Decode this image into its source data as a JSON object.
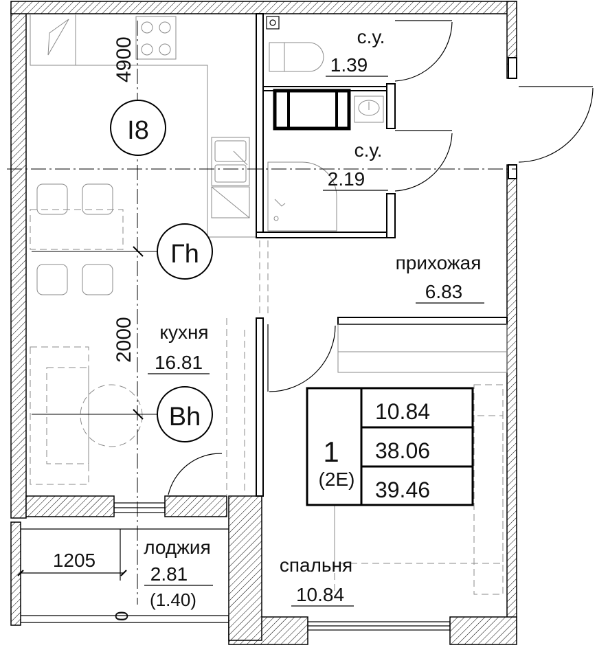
{
  "axes": {
    "axis_18": "I8",
    "axis_gh": "Гh",
    "axis_bh": "Bh"
  },
  "dimensions": {
    "d_4900": "4900",
    "d_2000": "2000",
    "d_1205": "1205",
    "d_0": "0"
  },
  "rooms": {
    "wc1": {
      "name": "с.у.",
      "area": "1.39"
    },
    "wc2": {
      "name": "с.у.",
      "area": "2.19"
    },
    "hall": {
      "name": "прихожая",
      "area": "6.83"
    },
    "kitchen": {
      "name": "кухня",
      "area": "16.81"
    },
    "bedroom": {
      "name": "спальня",
      "area": "10.84"
    },
    "loggia": {
      "name": "лоджия",
      "area": "2.81",
      "reduced_area": "(1.40)"
    }
  },
  "apartment": {
    "rooms_count": "1",
    "type": "(2E)",
    "living_area": "10.84",
    "total_area": "38.06",
    "total_with_loggia": "39.46"
  }
}
